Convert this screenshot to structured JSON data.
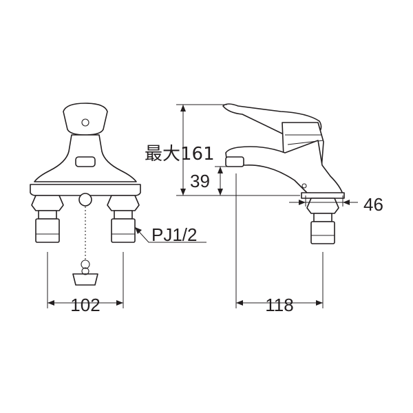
{
  "dimensions": {
    "mount_width": "102",
    "spout_reach": "118",
    "max_height": "最大161",
    "spout_height": "39",
    "base_offset": "46",
    "thread_spec": "PJ1/2"
  }
}
